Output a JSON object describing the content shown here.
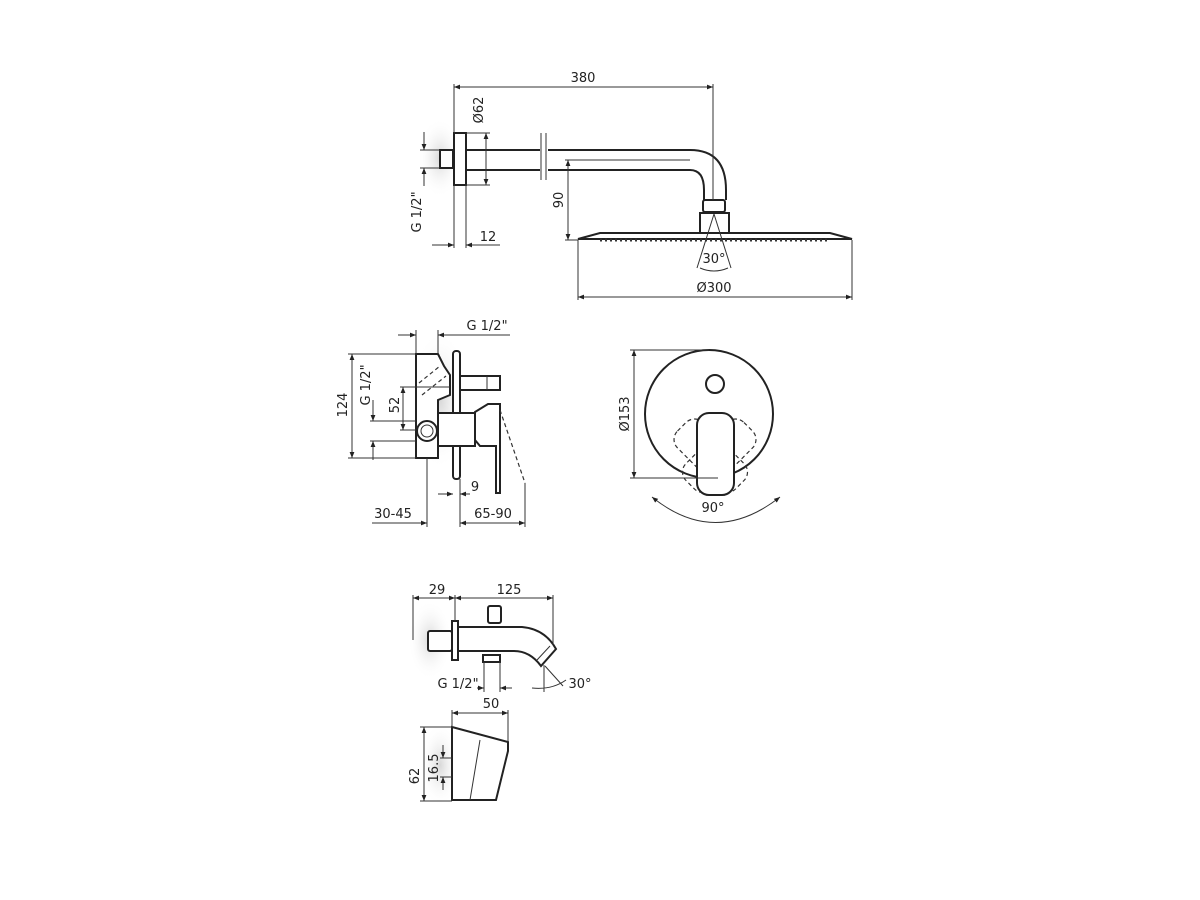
{
  "title": "Shower set technical drawing",
  "shower_arm": {
    "length": "380",
    "flange_diameter": "Ø62",
    "thread": "G 1/2\"",
    "flange_depth": "12",
    "drop": "90",
    "spray_angle": "30°",
    "head_diameter": "Ø300"
  },
  "mixer_side": {
    "top_thread": "G 1/2\"",
    "height": "124",
    "side_thread": "G 1/2\"",
    "offset": "52",
    "plate_gap": "9",
    "depth_wall": "30-45",
    "depth_front": "65-90"
  },
  "mixer_front": {
    "plate_diameter": "Ø153",
    "rotation": "90°"
  },
  "spout": {
    "nub_length": "29",
    "length": "125",
    "thread": "G 1/2\"",
    "angle": "30°"
  },
  "holder": {
    "width": "50",
    "height": "62",
    "hole_spacing": "16.5"
  }
}
